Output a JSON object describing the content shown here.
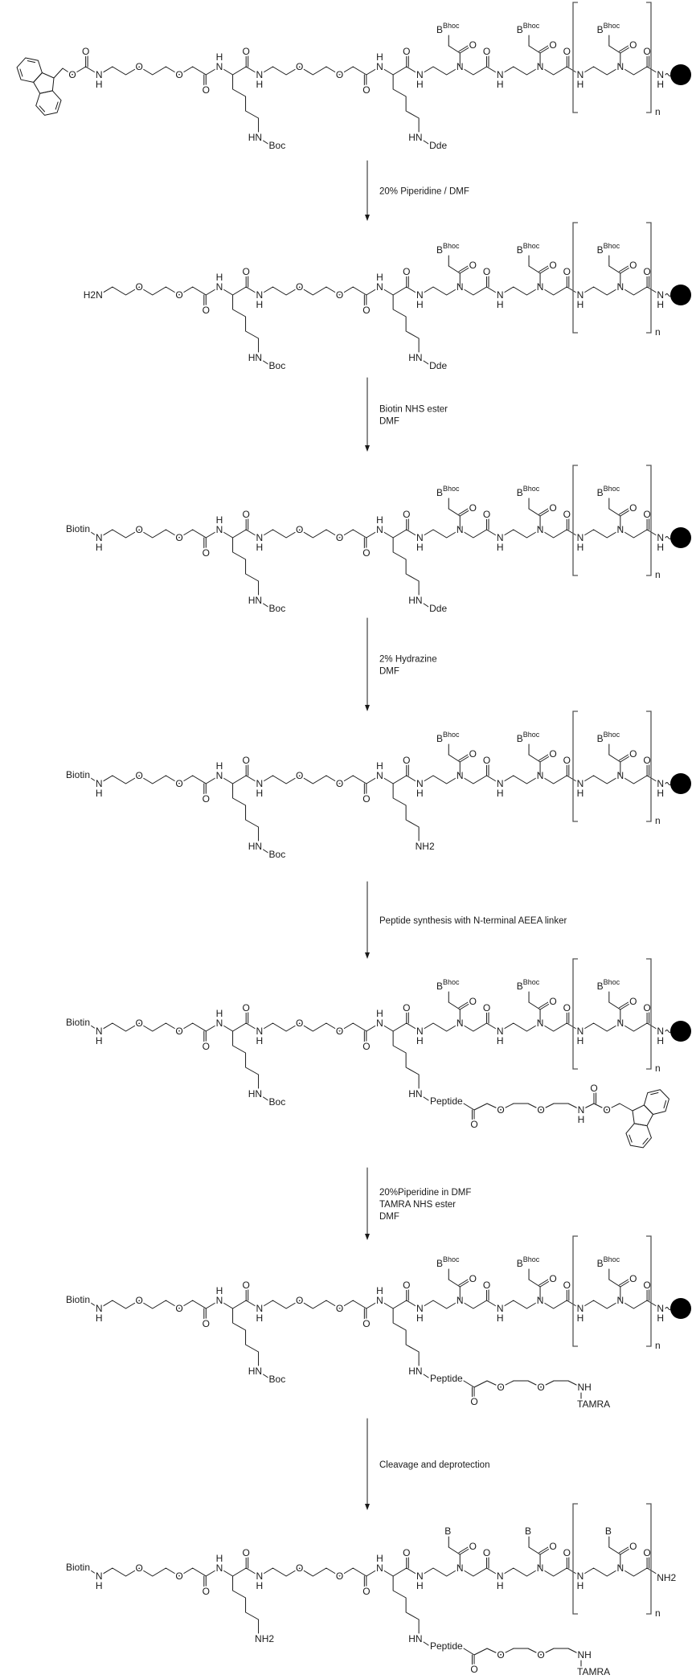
{
  "atoms": {
    "O": "O",
    "N": "N",
    "H": "H",
    "B": "B"
  },
  "repeat_label": "n",
  "structures": [
    {
      "left_icon": "fluorene-carbamate-icon",
      "left_label": null,
      "lys1_cap": "Boc",
      "lys2_cap": "Dde",
      "base_protection": "Bhoc",
      "terminus_icon": "resin-bead-icon",
      "terminus_label": null
    },
    {
      "left_label": "H2N",
      "left_kind": "amine",
      "lys1_cap": "Boc",
      "lys2_cap": "Dde",
      "base_protection": "Bhoc",
      "terminus_icon": "resin-bead-icon",
      "terminus_label": null
    },
    {
      "left_label": "Biotin",
      "lys1_cap": "Boc",
      "lys2_cap": "Dde",
      "base_protection": "Bhoc",
      "terminus_icon": "resin-bead-icon",
      "terminus_label": null
    },
    {
      "left_label": "Biotin",
      "lys1_cap": "Boc",
      "lys2_cap": "NH2",
      "base_protection": "Bhoc",
      "terminus_icon": "resin-bead-icon",
      "terminus_label": null
    },
    {
      "left_label": "Biotin",
      "lys1_cap": "Boc",
      "lys2_peptide": "Peptide",
      "tail_icon": "fluorene-carbamate-icon",
      "tail_label": null,
      "base_protection": "Bhoc",
      "terminus_icon": "resin-bead-icon",
      "terminus_label": null
    },
    {
      "left_label": "Biotin",
      "lys1_cap": "Boc",
      "lys2_peptide": "Peptide",
      "tail_label": "TAMRA",
      "tail_amine": "NH",
      "base_protection": "Bhoc",
      "terminus_icon": "resin-bead-icon",
      "terminus_label": null
    },
    {
      "left_label": "Biotin",
      "lys1_cap": "NH2",
      "lys2_peptide": "Peptide",
      "tail_label": "TAMRA",
      "tail_amine": "NH",
      "base_protection": "",
      "terminus_label": "NH2"
    }
  ],
  "steps": [
    {
      "lines": [
        "20% Piperidine / DMF"
      ]
    },
    {
      "lines": [
        "Biotin NHS ester",
        "DMF"
      ]
    },
    {
      "lines": [
        "2% Hydrazine",
        "DMF"
      ]
    },
    {
      "lines": [
        "Peptide synthesis with N-terminal AEEA linker"
      ]
    },
    {
      "lines": [
        "20%Piperidine in DMF",
        "TAMRA NHS ester",
        "DMF"
      ]
    },
    {
      "lines": [
        "Cleavage and deprotection"
      ]
    }
  ]
}
